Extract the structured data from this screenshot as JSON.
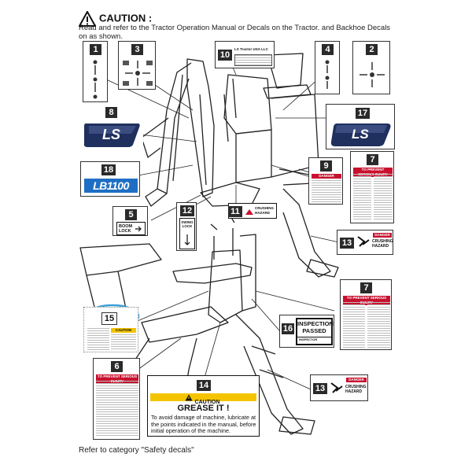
{
  "header": {
    "caution_title": "CAUTION :",
    "caution_text": "Read and refer to the Tractor Operation Manual or Decals on the Tractor. and Backhoe Decals on as shown."
  },
  "footer": {
    "note": "Refer to category \"Safety decals\""
  },
  "callouts": {
    "n1": "1",
    "n2": "2",
    "n3": "3",
    "n4": "4",
    "n5": "5",
    "n6": "6",
    "n7a": "7",
    "n7b": "7",
    "n8": "8",
    "n9": "9",
    "n10": "10",
    "n11": "11",
    "n12": "12",
    "n13a": "13",
    "n13b": "13",
    "n14": "14",
    "n15": "15",
    "n16": "16",
    "n17": "17",
    "n18": "18"
  },
  "decals": {
    "ls_logo": "LS",
    "model_logo": "LB1100",
    "company": "LS Tractor USA LLC",
    "boom_lock": "BOOM\nLOCK",
    "swing_lock": "SWING\nLOCK",
    "danger": "DANGER",
    "crushing_hazard": "CRUSHING\nHAZARD",
    "prevent_injury": "TO PREVENT SERIOUS INJURY",
    "inspection_passed": "INSPECTION\nPASSED",
    "inspector": "INSPECTOR",
    "caution_label": "CAUTION",
    "grease_title": "GREASE IT !",
    "grease_text": "To avoid damage of machine, lubricate at the points indicated in the manual, before initial operation of the machine."
  },
  "colors": {
    "danger_red": "#c8102e",
    "caution_yellow": "#f5c400",
    "ls_navy": "#1f2f5e",
    "highlight_blue": "#3aa0d8"
  }
}
